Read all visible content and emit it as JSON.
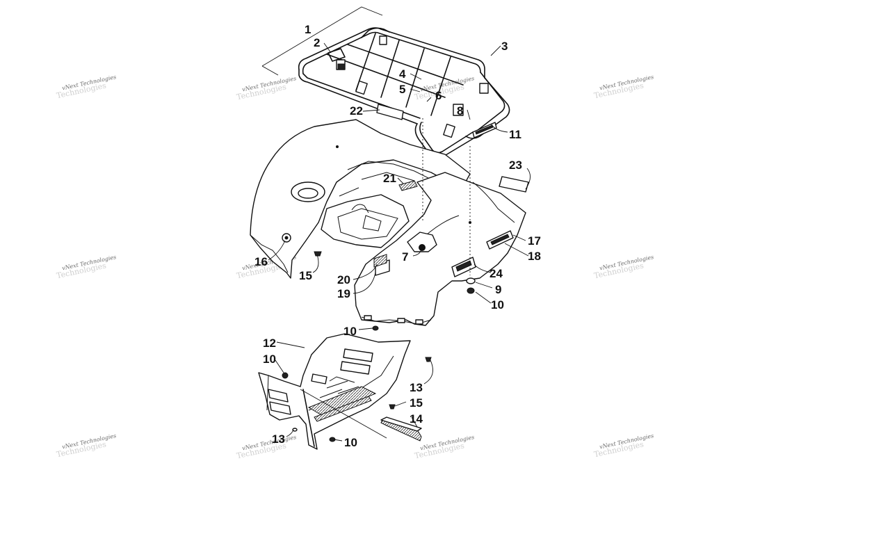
{
  "diagram": {
    "callouts": [
      {
        "id": "c1",
        "label": "1"
      },
      {
        "id": "c2",
        "label": "2"
      },
      {
        "id": "c3",
        "label": "3"
      },
      {
        "id": "c4",
        "label": "4"
      },
      {
        "id": "c5",
        "label": "5"
      },
      {
        "id": "c6",
        "label": "6"
      },
      {
        "id": "c7",
        "label": "7"
      },
      {
        "id": "c8",
        "label": "8"
      },
      {
        "id": "c9",
        "label": "9"
      },
      {
        "id": "c10a",
        "label": "10"
      },
      {
        "id": "c10b",
        "label": "10"
      },
      {
        "id": "c10c",
        "label": "10"
      },
      {
        "id": "c10d",
        "label": "10"
      },
      {
        "id": "c11",
        "label": "11"
      },
      {
        "id": "c12",
        "label": "12"
      },
      {
        "id": "c13a",
        "label": "13"
      },
      {
        "id": "c13b",
        "label": "13"
      },
      {
        "id": "c14",
        "label": "14"
      },
      {
        "id": "c15a",
        "label": "15"
      },
      {
        "id": "c15b",
        "label": "15"
      },
      {
        "id": "c16",
        "label": "16"
      },
      {
        "id": "c17",
        "label": "17"
      },
      {
        "id": "c18",
        "label": "18"
      },
      {
        "id": "c19",
        "label": "19"
      },
      {
        "id": "c20",
        "label": "20"
      },
      {
        "id": "c21",
        "label": "21"
      },
      {
        "id": "c22",
        "label": "22"
      },
      {
        "id": "c23",
        "label": "23"
      },
      {
        "id": "c24",
        "label": "24"
      }
    ],
    "watermark": {
      "line1": "vNext Technologies",
      "line2": "Technologies"
    }
  }
}
